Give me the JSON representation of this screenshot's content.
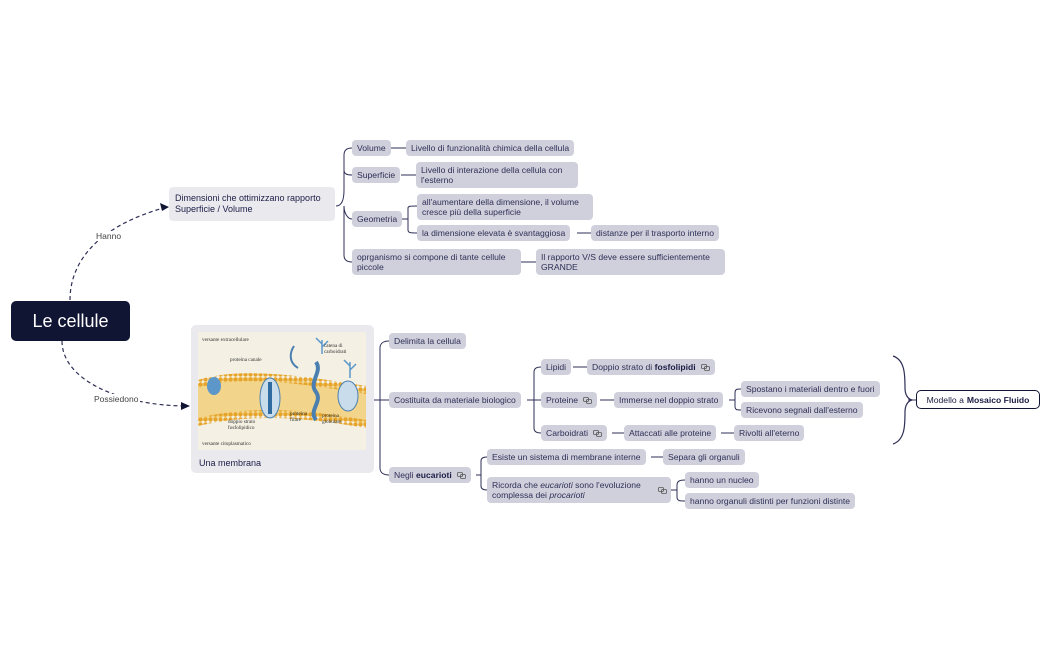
{
  "root": {
    "title": "Le cellule"
  },
  "relations": {
    "hanno": "Hanno",
    "possiedono": "Possiedono"
  },
  "dimensions": {
    "title": "Dimensioni che ottimizzano rapporto Superficie / Volume",
    "volume": {
      "label": "Volume",
      "detail": "Livello di funzionalità chimica della cellula"
    },
    "superficie": {
      "label": "Superficie",
      "detail": "Livello di interazione della cellula con l'esterno"
    },
    "geometria": {
      "label": "Geometria",
      "detail1": "all'aumentare della dimensione, il volume cresce più della superficie",
      "detail2": "la dimensione elevata è svantaggiosa",
      "detail2b": "distanze per il trasporto interno"
    },
    "organismo": {
      "label": "oprganismo si compone di tante cellule piccole",
      "detail": "Il rapporto V/S deve essere sufficientemente GRANDE"
    }
  },
  "membrane": {
    "caption": "Una membrana",
    "image_labels": {
      "extra": "versante extracellulare",
      "canale": "proteina canale",
      "catena": "catena di carboidrati",
      "doppio": "doppio strato fosfolipidico",
      "filare": "proteina filare",
      "globulare": "proteina globulare",
      "cito": "versante citoplasmatico"
    },
    "delimita": "Delimita la cellula",
    "costituita": "Costituita da materiale biologico",
    "lipidi": {
      "label": "Lipidi",
      "detail_pre": "Doppio strato di ",
      "detail_bold": "fosfolipidi"
    },
    "proteine": {
      "label": "Proteine",
      "detail": "Immerse nel doppio strato",
      "sub1": "Spostano i materiali dentro e fuori",
      "sub2": "Ricevono segnali dall'esterno"
    },
    "carboidrati": {
      "label": "Carboidrati",
      "detail": "Attaccati alle proteine",
      "sub": "Rivolti all'eterno"
    },
    "model": {
      "pre": "Modello a",
      "bold": "Mosaico Fluido"
    },
    "eucarioti": {
      "pre": "Negli ",
      "bold": "eucarioti",
      "sistema": "Esiste un sistema di membrane interne",
      "separa": "Separa gli organuli",
      "ricorda_pre": "Ricorda che ",
      "ricorda_i1": "eucarioti",
      "ricorda_mid": " sono l'evoluzione complessa dei ",
      "ricorda_i2": "procarioti",
      "nucleo": "hanno un nucleo",
      "organuli": "hanno organuli distinti per funzioni distinte"
    }
  },
  "colors": {
    "root_bg": "#111534",
    "node_bg": "#d0d0dc",
    "line": "#2e2f56"
  }
}
